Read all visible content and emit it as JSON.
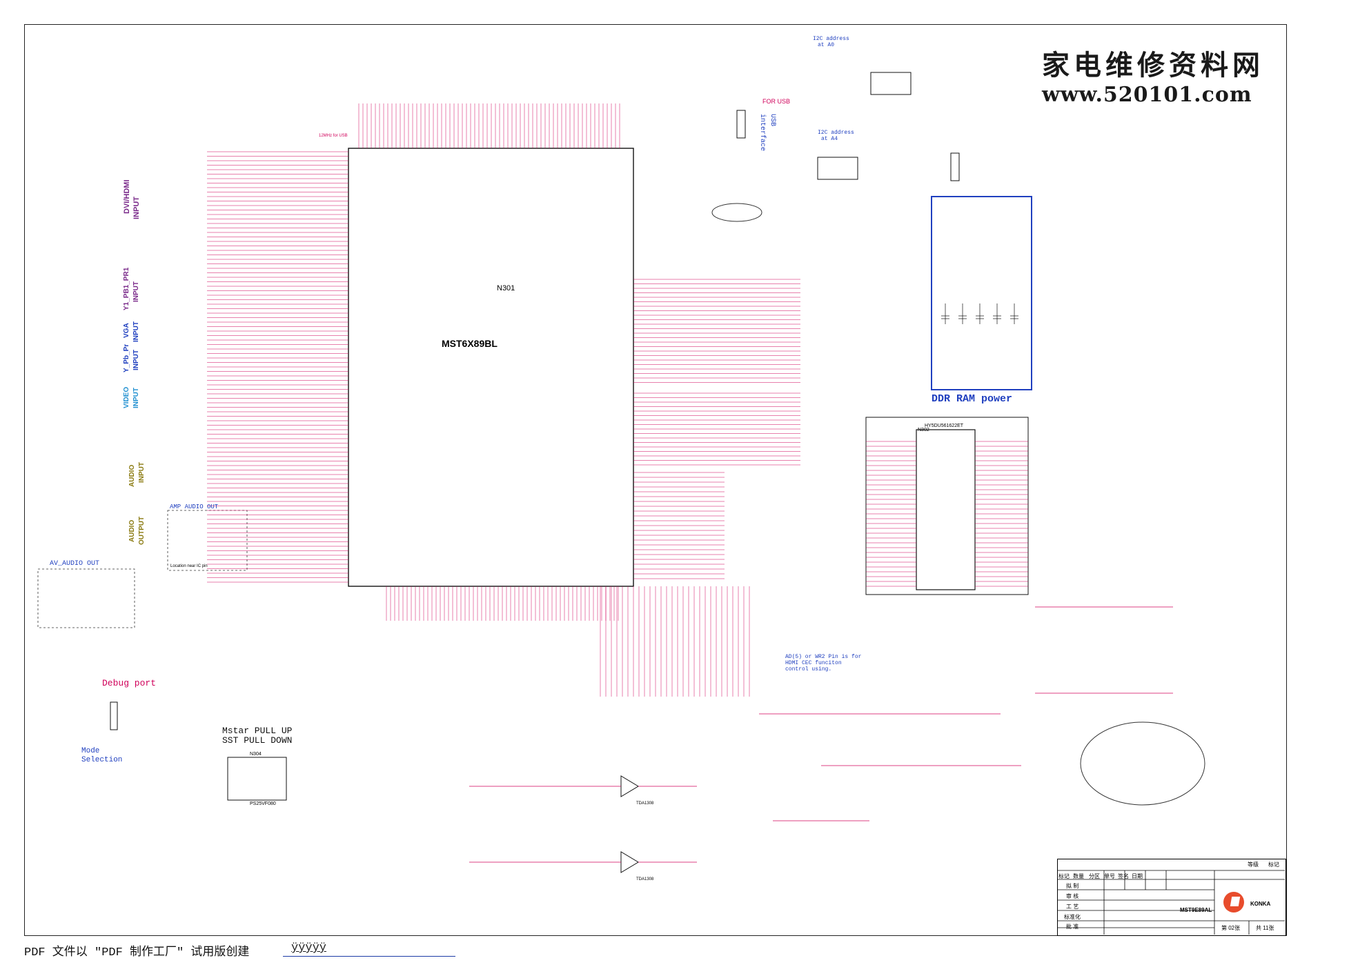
{
  "watermark": {
    "chars": "家电维修资料网",
    "url": "www.520101.com"
  },
  "footer": {
    "text": "PDF 文件以 \"PDF 制作工厂\" 试用版创建",
    "link": "ÿÿÿÿÿ"
  },
  "blocks": {
    "chip_name": "MST6X89BL",
    "chip_ref": "N301",
    "ddr_label": "DDR RAM power",
    "ddr_chip": "HY5DU561622ET",
    "ddr_ref": "N302",
    "debug_port": "Debug port",
    "mstar_pullup": "Mstar PULL UP",
    "sst_pulldown": "SST PULL DOWN",
    "mode_selection_1": "Mode",
    "mode_selection_2": "Selection",
    "av_audio_out": "AV_AUDIO OUT",
    "amp_audio_out": "AMP AUDIO OUT",
    "location_near_ic": "Location near IC pin",
    "for_usb": "FOR USB",
    "usb_interface_1": "USB",
    "usb_interface_2": "interface",
    "i2c_a0_1": "I2C address",
    "i2c_a0_2": "at A0",
    "i2c_a4_1": "I2C address",
    "i2c_a4_2": "at A4",
    "ad5_note_1": "AD(5) or WR2 Pin is for",
    "ad5_note_2": "HDMI CEC funciton",
    "ad5_note_3": "control using.",
    "x301_note": "12MHz for USB",
    "ipod_ref": "N304",
    "flash_part": "PS25VF080",
    "amp1": "TDA1308",
    "amp2": "TDA1308"
  },
  "left_labels": [
    {
      "id": "dvi",
      "text": "DVI/HDMI"
    },
    {
      "id": "dvi2",
      "text": "INPUT"
    },
    {
      "id": "ypbpr1",
      "text": "Y1_PB1_PR1"
    },
    {
      "id": "ypbpr1b",
      "text": "INPUT"
    },
    {
      "id": "vga",
      "text": "VGA"
    },
    {
      "id": "vga2",
      "text": "INPUT"
    },
    {
      "id": "ypbpr",
      "text": "Y_Pb_Pr"
    },
    {
      "id": "ypbpr2",
      "text": "INPUT"
    },
    {
      "id": "video",
      "text": "VIDEO"
    },
    {
      "id": "video2",
      "text": "INPUT"
    },
    {
      "id": "audio",
      "text": "AUDIO"
    },
    {
      "id": "audio2",
      "text": "INPUT"
    },
    {
      "id": "aout",
      "text": "AUDIO"
    },
    {
      "id": "aout2",
      "text": "OUTPUT"
    }
  ],
  "title_block": {
    "rows": [
      "标记",
      "数量",
      "分区",
      "单号",
      "签名",
      "日期"
    ],
    "side": [
      "拟 制",
      "审 核",
      "工 艺",
      "标准化",
      "批 准"
    ],
    "extra": [
      "等级",
      "标记"
    ],
    "model": "MST9E89AL",
    "company": "KONKA",
    "page_info": "第 02张",
    "total": "共 11张"
  },
  "colors": {
    "wire": "#d0005a",
    "label": "#b0004a",
    "blue": "#1f3fbf",
    "black": "#111111",
    "purple": "#7a2a8a",
    "olive": "#8a7a10",
    "cyan": "#1f8fd0"
  }
}
